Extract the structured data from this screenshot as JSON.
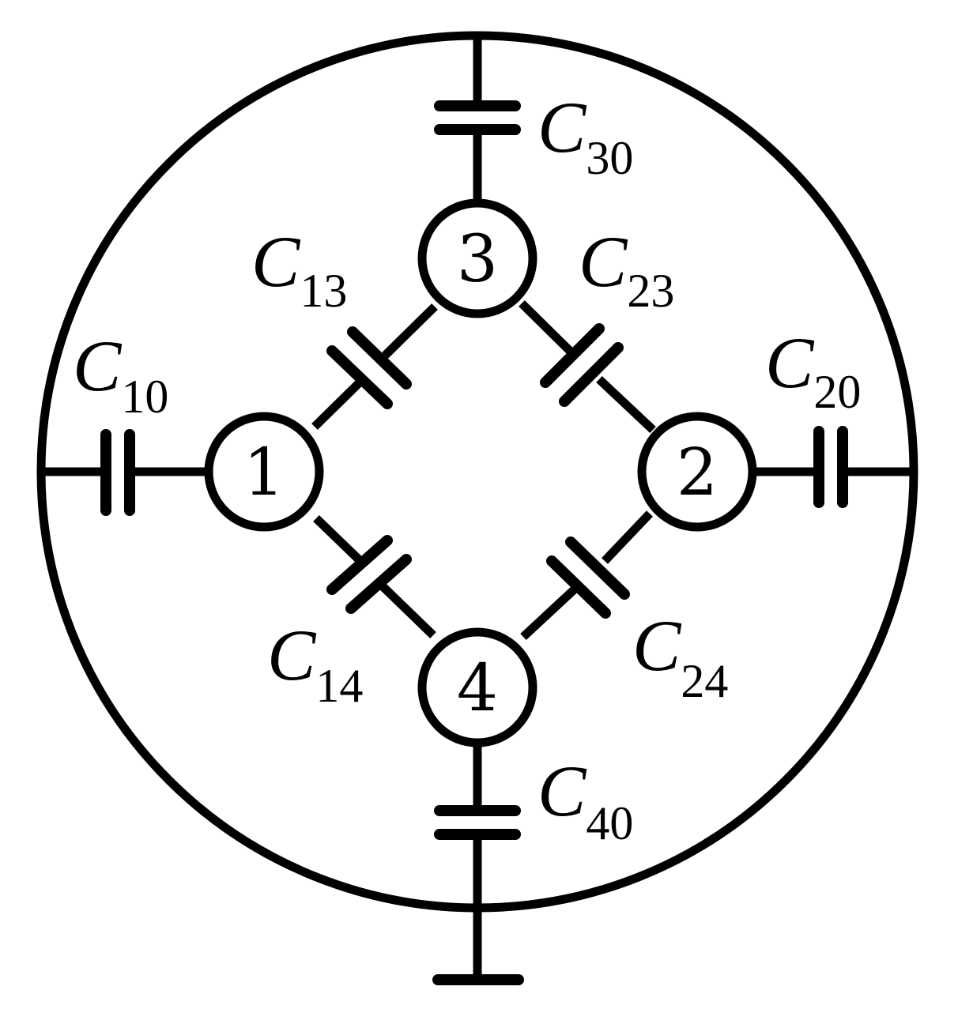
{
  "nodes": {
    "n1": "1",
    "n2": "2",
    "n3": "3",
    "n4": "4"
  },
  "capacitors": {
    "c10": {
      "symbol": "C",
      "subscript": "10"
    },
    "c20": {
      "symbol": "C",
      "subscript": "20"
    },
    "c30": {
      "symbol": "C",
      "subscript": "30"
    },
    "c40": {
      "symbol": "C",
      "subscript": "40"
    },
    "c13": {
      "symbol": "C",
      "subscript": "13"
    },
    "c23": {
      "symbol": "C",
      "subscript": "23"
    },
    "c14": {
      "symbol": "C",
      "subscript": "14"
    },
    "c24": {
      "symbol": "C",
      "subscript": "24"
    }
  },
  "colors": {
    "ink": "#000000",
    "background": "#ffffff"
  }
}
